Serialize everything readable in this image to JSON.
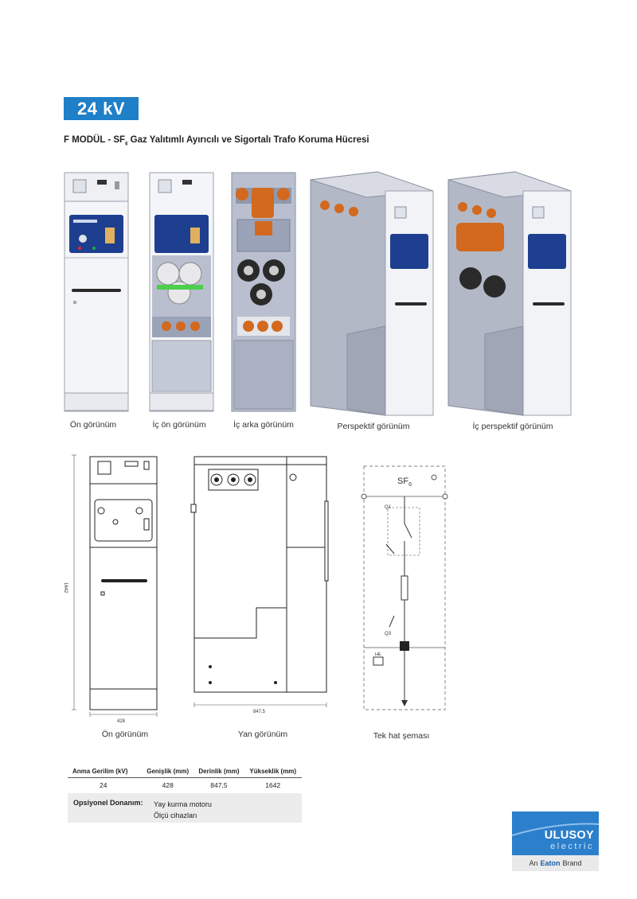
{
  "badge": "24 kV",
  "heading": {
    "part1": "F MODÜL - SF",
    "sub": "6",
    "part2": " Gaz Yalıtımlı Ayırıcılı ve Sigortalı Trafo Koruma Hücresi"
  },
  "views_top": [
    {
      "caption": "Ön görünüm"
    },
    {
      "caption": "İç ön görünüm"
    },
    {
      "caption": "İç arka görünüm"
    },
    {
      "caption": "Perspektif görünüm"
    },
    {
      "caption": "İç perspektif görünüm"
    }
  ],
  "views_bottom": {
    "front": {
      "caption": "Ön görünüm",
      "width_label": "428",
      "height_label": "1642"
    },
    "side": {
      "caption": "Yan görünüm",
      "depth_label": "847,5"
    },
    "single_line": {
      "caption": "Tek hat şeması",
      "gas_label": "SF",
      "gas_sub": "6",
      "switch_label": "Q1",
      "earth_label": "Q3",
      "indicator_label": "HE"
    }
  },
  "specs": {
    "headers": [
      "Anma Gerilim (kV)",
      "Genişlik (mm)",
      "Derinlik (mm)",
      "Yükseklik (mm)"
    ],
    "values": [
      "24",
      "428",
      "847,5",
      "1642"
    ]
  },
  "options": {
    "label": "Opsiyonel Donanım:",
    "items": [
      "Yay kurma motoru",
      "Ölçü cihazları"
    ]
  },
  "logo": {
    "brand": "ULUSOY",
    "sub": "electric",
    "tagline_pre": "An",
    "tagline_brand": "Eaton",
    "tagline_post": "Brand"
  },
  "colors": {
    "badge": "#1f7fc7",
    "panel_blue": "#1e3f8f",
    "copper_orange": "#d2691e",
    "cabinet_grey": "#b9bfcf"
  }
}
